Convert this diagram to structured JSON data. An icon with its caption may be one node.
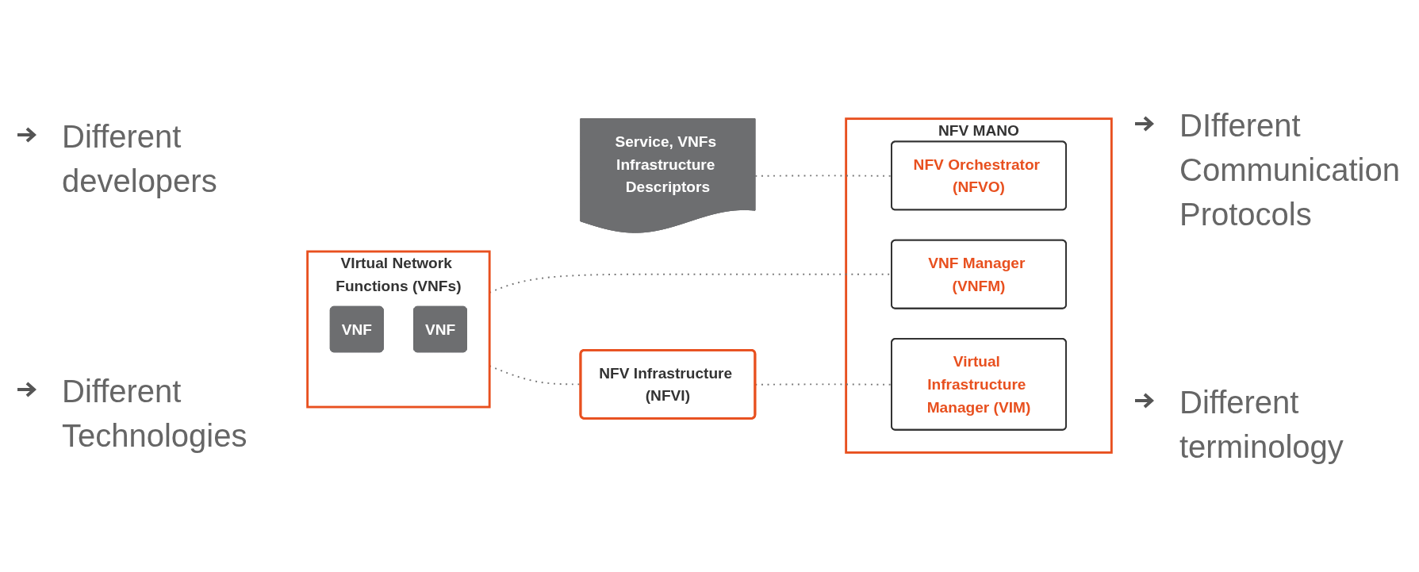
{
  "diagram": {
    "nodes": [
      {
        "text": [
          "Service, VNFs Infrastructure Descriptors"
        ]
      },
      {
        "text": [
          "VIrtual Network Functions (VNFs)"
        ]
      },
      {
        "text": [
          "VNF"
        ],
        "in": 1
      },
      {
        "text": [
          "VNF"
        ],
        "in": 1
      },
      {
        "text": [
          "NFV Infrastructure (NFVI)"
        ]
      },
      {
        "text": [
          "NFV MANO"
        ]
      },
      {
        "text": [
          "NFV Orchestrator (NFVO)"
        ],
        "in": 5
      },
      {
        "text": [
          "VNF Manager (VNFM)"
        ],
        "in": 5
      },
      {
        "text": [
          "Virtual Infrastructure Manager (VIM)"
        ],
        "in": 5
      }
    ],
    "edges": [
      {
        "from": 0,
        "to": 6,
        "arrow": "none",
        "style": "dashed"
      },
      {
        "from": 1,
        "to": 7,
        "arrow": "none",
        "style": "dashed"
      },
      {
        "from": 1,
        "to": 4,
        "arrow": "none",
        "style": "dashed"
      },
      {
        "from": 4,
        "to": 8,
        "arrow": "none",
        "style": "dashed"
      }
    ],
    "labels": [
      "Different developers",
      "DIfferent Communication Protocols",
      "Different Technologies",
      "Different terminology"
    ]
  }
}
